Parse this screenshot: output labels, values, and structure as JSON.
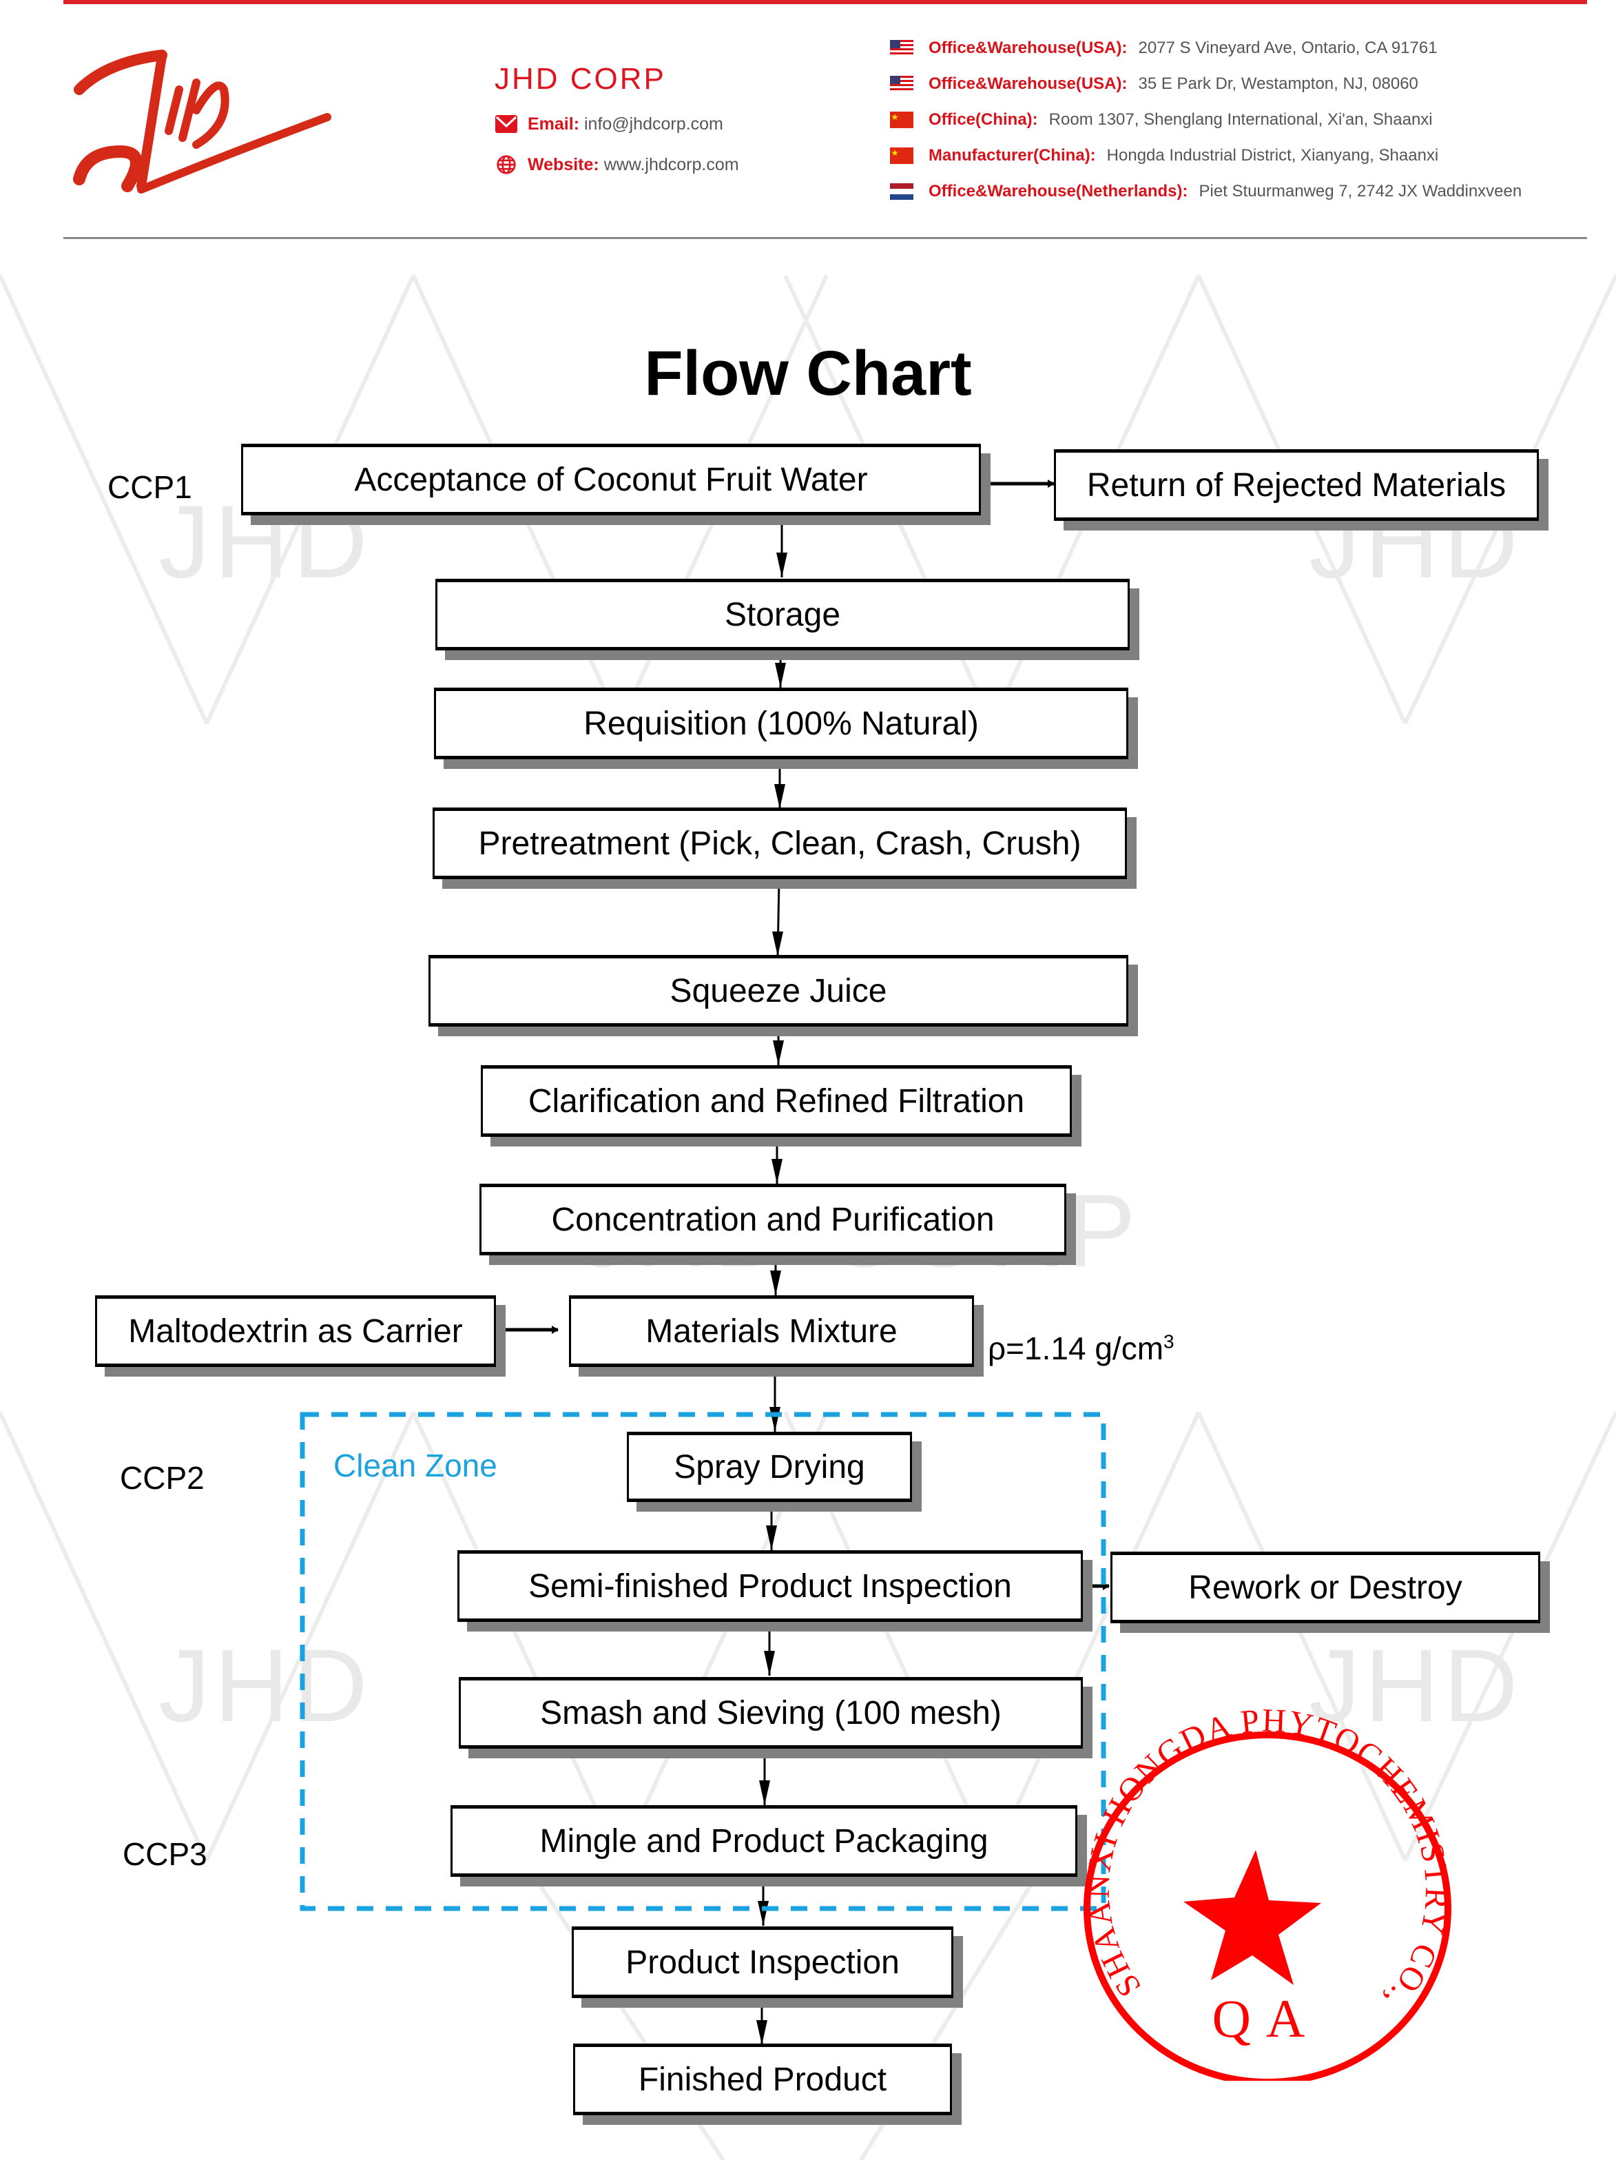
{
  "header": {
    "company": "JHD CORP",
    "email_label": "Email:",
    "email": "info@jhdcorp.com",
    "website_label": "Website:",
    "website": "www.jhdcorp.com",
    "brand_color": "#dc2228",
    "addresses": [
      {
        "flag": "usa",
        "label": "Office&Warehouse(USA):",
        "value": "2077 S Vineyard Ave, Ontario, CA 91761"
      },
      {
        "flag": "usa",
        "label": "Office&Warehouse(USA):",
        "value": "35 E Park Dr, Westampton, NJ, 08060"
      },
      {
        "flag": "china",
        "label": "Office(China):",
        "value": "Room 1307, Shenglang International, Xi'an, Shaanxi"
      },
      {
        "flag": "china",
        "label": "Manufacturer(China):",
        "value": "Hongda Industrial District, Xianyang, Shaanxi"
      },
      {
        "flag": "netherlands",
        "label": "Office&Warehouse(Netherlands):",
        "value": "Piet Stuurmanweg 7, 2742 JX Waddinxveen"
      }
    ]
  },
  "watermark": {
    "short": "JHD",
    "long": "JHD CORP"
  },
  "flowchart": {
    "title": "Flow Chart",
    "ccp_labels": [
      "CCP1",
      "CCP2",
      "CCP3"
    ],
    "clean_zone_label": "Clean Zone",
    "clean_zone_color": "#1aa3e0",
    "density_note": "ρ=1.14 g/cm",
    "density_exponent": "3",
    "steps": [
      "Acceptance of Coconut Fruit Water",
      "Storage",
      "Requisition (100% Natural)",
      "Pretreatment (Pick, Clean, Crash, Crush)",
      "Squeeze Juice",
      "Clarification and Refined Filtration",
      "Concentration and Purification",
      "Materials Mixture",
      "Spray Drying",
      "Semi-finished Product Inspection",
      "Smash and Sieving (100 mesh)",
      "Mingle and Product Packaging",
      "Product Inspection",
      "Finished Product"
    ],
    "side_boxes": {
      "rejected": "Return of Rejected Materials",
      "carrier": "Maltodextrin as Carrier",
      "rework": "Rework or Destroy"
    }
  },
  "stamp": {
    "ring_text": "SHAANXI HONGDA PHYTOCHEMISTRY CO., LTD",
    "center_text": "QA",
    "color": "#ff0000"
  }
}
